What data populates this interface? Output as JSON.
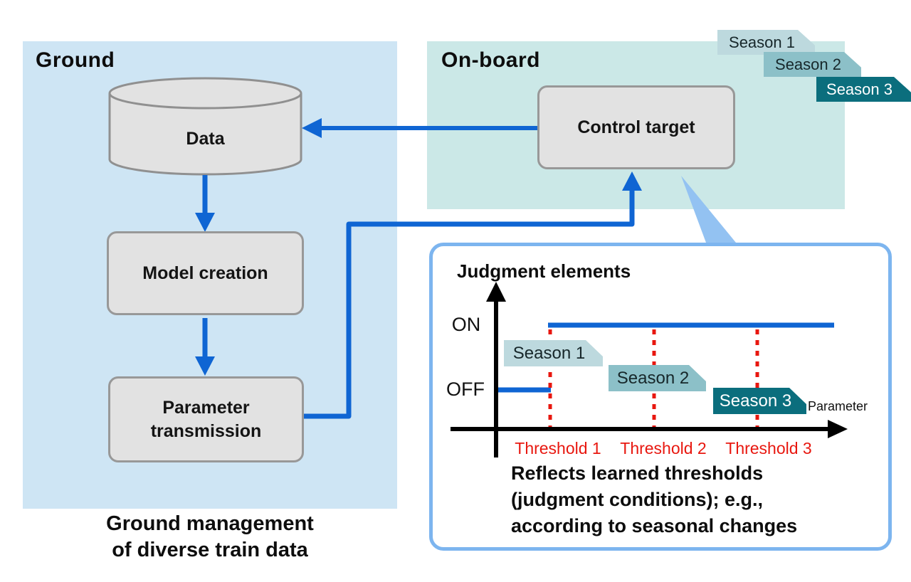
{
  "ground": {
    "title": "Ground",
    "data_store_label": "Data",
    "model_box_label": "Model creation",
    "param_box_label": "Parameter transmission",
    "caption_line1": "Ground management",
    "caption_line2": "of diverse train data"
  },
  "onboard": {
    "title": "On-board",
    "control_box_label": "Control target",
    "seasons": [
      "Season 1",
      "Season 2",
      "Season 3"
    ]
  },
  "inset": {
    "title": "Judgment elements",
    "on_label": "ON",
    "off_label": "OFF",
    "x_axis_label": "Parameter",
    "seasons": [
      "Season 1",
      "Season 2",
      "Season 3"
    ],
    "thresholds": [
      "Threshold 1",
      "Threshold 2",
      "Threshold 3"
    ],
    "note_line1": "Reflects learned thresholds",
    "note_line2": "(judgment conditions); e.g.,",
    "note_line3": "according to seasonal changes",
    "chart": {
      "type": "line",
      "description": "Step function: output OFF below Threshold 1, ON above it; threshold shifts per season",
      "y_states": [
        "OFF",
        "ON"
      ],
      "x_thresholds": [
        "Threshold 1",
        "Threshold 2",
        "Threshold 3"
      ],
      "season_for_threshold": {
        "Threshold 1": "Season 1",
        "Threshold 2": "Season 2",
        "Threshold 3": "Season 3"
      }
    }
  },
  "colors": {
    "ground_panel": "#cee5f4",
    "onboard_panel": "#cbe8e7",
    "box_fill": "#e2e2e2",
    "box_border": "#989898",
    "arrow_blue": "#0f65d3",
    "inset_border": "#7db5ef",
    "callout_fill": "#93c2f2",
    "season1": "#bdd9de",
    "season2": "#8cc0c8",
    "season3": "#0b6e7d",
    "threshold_red": "#e8170f"
  }
}
